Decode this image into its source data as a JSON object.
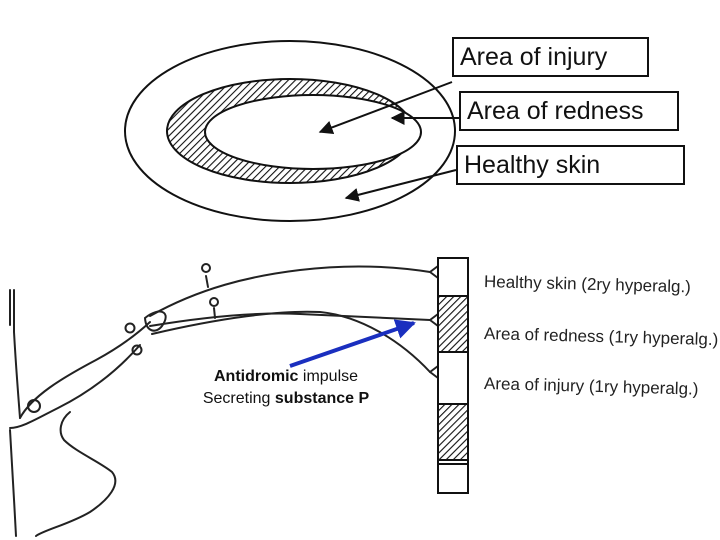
{
  "top_labels": {
    "injury": "Area of injury",
    "redness": "Area of redness",
    "healthy": "Healthy skin"
  },
  "strip_labels": {
    "healthy": "Healthy skin (2ry hyperalg.)",
    "redness": "Area of redness (1ry hyperalg.)",
    "injury": "Area of injury (1ry hyperalg.)"
  },
  "caption": {
    "line1_bold": "Antidromic",
    "line1_rest": " impulse",
    "line2_rest": "Secreting ",
    "line2_bold": "substance P"
  },
  "colors": {
    "ink": "#111111",
    "arrow_blue": "#1a2fbf"
  }
}
